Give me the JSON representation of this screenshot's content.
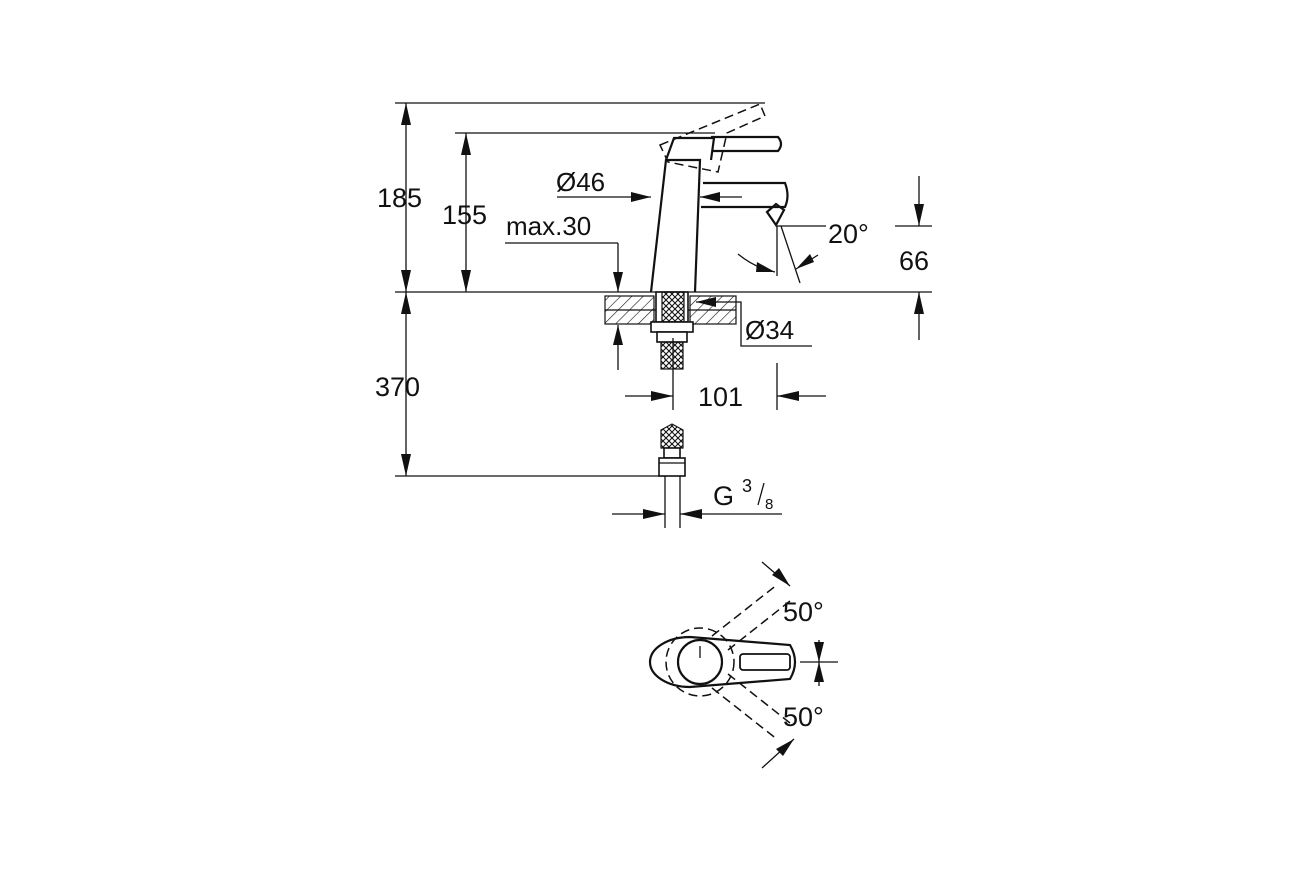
{
  "drawing": {
    "line_color": "#111111",
    "background": "#ffffff",
    "side_view": {
      "dim_total_height": "185",
      "dim_spout_height": "155",
      "dim_body_diameter": "Ø46",
      "dim_max_deck": "max.30",
      "dim_spout_angle": "20°",
      "dim_spout_outlet": "66",
      "dim_hole_diameter": "Ø34",
      "dim_projection": "101",
      "dim_hose_length": "370",
      "dim_connection_letter": "G",
      "dim_connection_num": "3",
      "dim_connection_den": "8"
    },
    "top_view": {
      "dim_rotation_up": "50°",
      "dim_rotation_down": "50°"
    }
  }
}
